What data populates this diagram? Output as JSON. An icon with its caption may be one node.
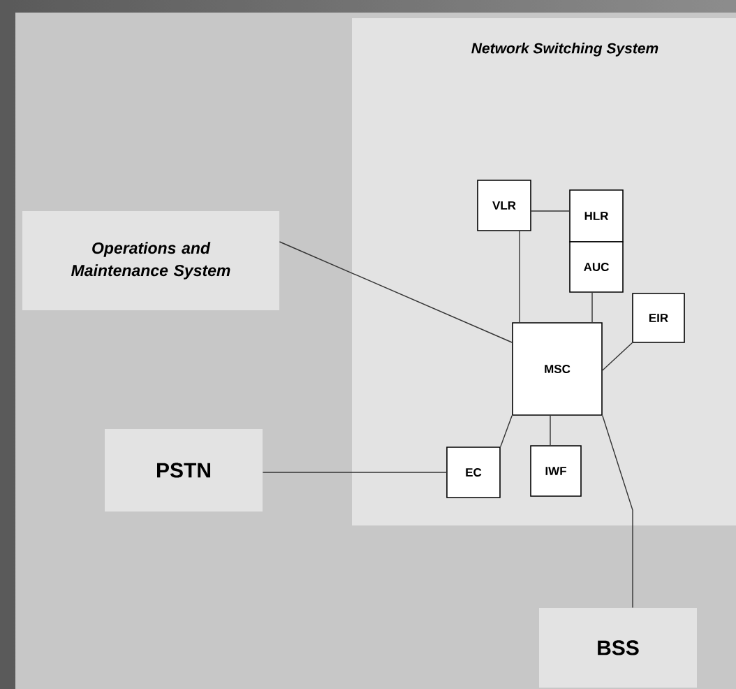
{
  "diagram": {
    "nodes": [
      {
        "text": [
          "Network Switching System"
        ]
      },
      {
        "text": [
          "Operations and Maintenance System"
        ]
      },
      {
        "text": [
          "PSTN"
        ]
      },
      {
        "text": [
          "VLR"
        ],
        "in": 0
      },
      {
        "text": [
          "HLR"
        ],
        "in": 0
      },
      {
        "text": [
          "AUC"
        ],
        "in": 0
      },
      {
        "text": [
          "EIR"
        ],
        "in": 0
      },
      {
        "text": [
          "MSC"
        ],
        "in": 0
      },
      {
        "text": [
          "EC"
        ],
        "in": 0
      },
      {
        "text": [
          "IWF"
        ],
        "in": 0
      },
      {
        "text": [
          "BSS"
        ]
      }
    ],
    "edges": [
      {
        "from": 1,
        "to": 7,
        "arrow": "none"
      },
      {
        "from": 2,
        "to": 8,
        "arrow": "none"
      },
      {
        "from": 3,
        "to": 4,
        "arrow": "none"
      },
      {
        "from": 3,
        "to": 7,
        "arrow": "none"
      },
      {
        "from": 5,
        "to": 7,
        "arrow": "none"
      },
      {
        "from": 6,
        "to": 7,
        "arrow": "none"
      },
      {
        "from": 7,
        "to": 8,
        "arrow": "none"
      },
      {
        "from": 7,
        "to": 9,
        "arrow": "none"
      },
      {
        "from": 7,
        "to": 10,
        "arrow": "none"
      }
    ]
  }
}
